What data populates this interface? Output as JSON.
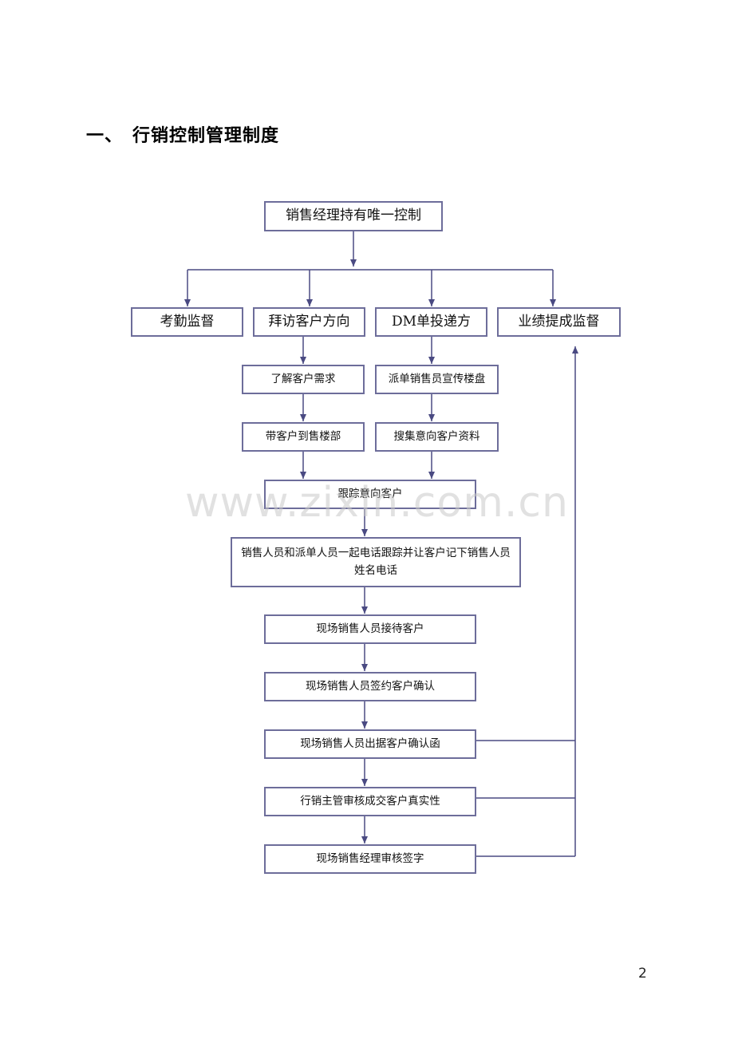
{
  "heading": {
    "number": "一、",
    "title": "行销控制管理制度"
  },
  "flowchart": {
    "root": "销售经理持有唯一控制",
    "branches": [
      "考勤监督",
      "拜访客户方向",
      "DM单投递方",
      "业绩提成监督"
    ],
    "left_path": [
      "了解客户需求",
      "带客户到售楼部"
    ],
    "right_path": [
      "派单销售员宣传楼盘",
      "搜集意向客户资料"
    ],
    "merged": [
      "跟踪意向客户",
      "销售人员和派单人员一起电话跟踪并让客户记下销售人员姓名电话"
    ],
    "onsite": [
      "现场销售人员接待客户",
      "现场销售人员签约客户确认",
      "现场销售人员出据客户确认函",
      "行销主管审核成交客户真实性",
      "现场销售经理审核签字"
    ],
    "line_color": "#4a4a82"
  },
  "watermark": "www.zixin.com.cn",
  "page_number": "2"
}
